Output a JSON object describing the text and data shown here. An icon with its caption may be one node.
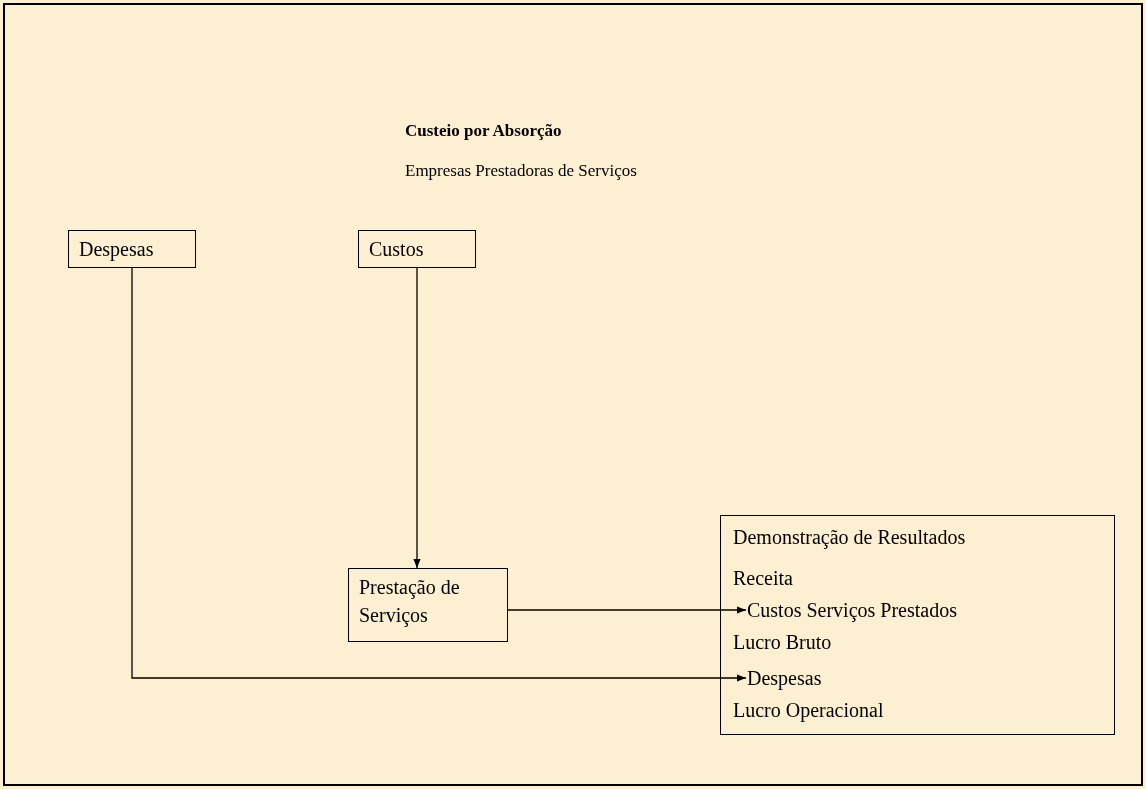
{
  "diagram": {
    "title": "Custeio por Absorção",
    "nodes": [
      {
        "text": [
          "Despesas"
        ]
      },
      {
        "text": [
          "Custos"
        ]
      },
      {
        "text": [
          "Prestação de Serviços"
        ]
      },
      {
        "text": [
          "Demonstração de Resultados"
        ]
      },
      {
        "text": [
          "Receita"
        ],
        "in": 3
      },
      {
        "text": [
          "Custos Serviços Prestados"
        ],
        "in": 3
      },
      {
        "text": [
          "Lucro Bruto"
        ],
        "in": 3
      },
      {
        "text": [
          "Despesas"
        ],
        "in": 3
      },
      {
        "text": [
          "Lucro Operacional"
        ],
        "in": 3
      }
    ],
    "edges": [
      {
        "from": 1,
        "to": 2,
        "arrow": "to"
      },
      {
        "from": 2,
        "to": 5,
        "arrow": "to"
      },
      {
        "from": 0,
        "to": 7,
        "arrow": "to"
      }
    ],
    "labels": [
      "Empresas Prestadoras de Serviços"
    ]
  }
}
